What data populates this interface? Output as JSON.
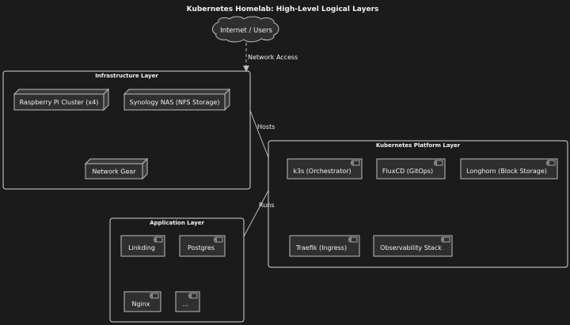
{
  "title": "Kubernetes Homelab: High-Level Logical Layers",
  "colors": {
    "background": "#1b1b1b",
    "frame_stroke": "#d6d6d6",
    "node_fill": "#2f2f2f",
    "node_side": "#3b3b3b",
    "node_stroke": "#bdbdbd",
    "text": "#f2f2f2",
    "edge": "#bdbdbd"
  },
  "cloud": {
    "label": "Internet / Users"
  },
  "edges": {
    "network_access": "Network Access",
    "hosts": "Hosts",
    "runs": "Runs"
  },
  "infrastructure": {
    "title": "Infrastructure Layer",
    "nodes": {
      "pi_cluster": "Raspberry Pi Cluster (x4)",
      "nas": "Synology NAS (NFS Storage)",
      "network_gear": "Network Gear"
    }
  },
  "platform": {
    "title": "Kubernetes Platform Layer",
    "components": {
      "k3s": "k3s (Orchestrator)",
      "fluxcd": "FluxCD (GitOps)",
      "longhorn": "Longhorn (Block Storage)",
      "traefik": "Traefik (Ingress)",
      "observability": "Observability Stack"
    }
  },
  "application": {
    "title": "Application Layer",
    "components": {
      "linkding": "Linkding",
      "postgres": "Postgres",
      "nginx": "Nginx",
      "more": "..."
    }
  }
}
